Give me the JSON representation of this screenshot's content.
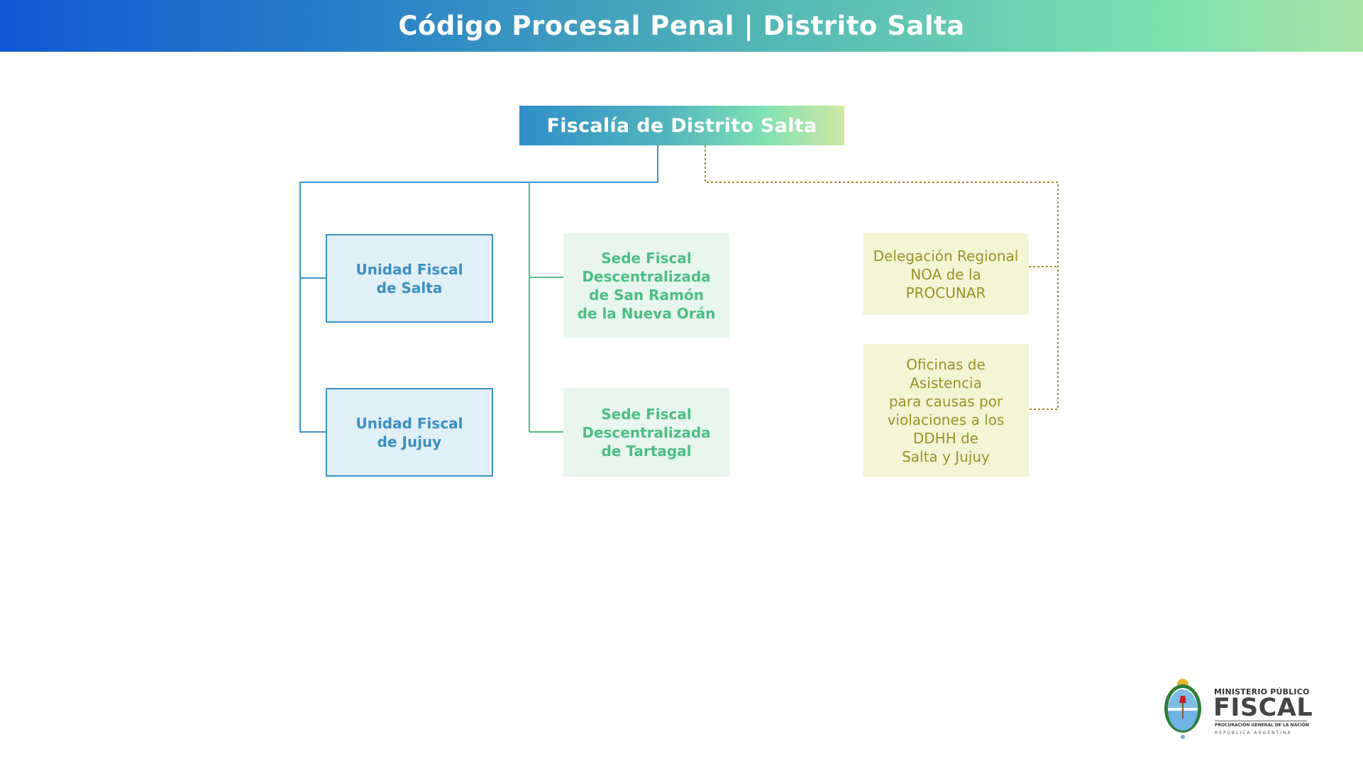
{
  "header": {
    "title": "Código Procesal Penal | Distrito Salta"
  },
  "chart": {
    "root": "Fiscalía de Distrito Salta",
    "unidades": [
      {
        "label": "Unidad Fiscal\nde Salta"
      },
      {
        "label": "Unidad Fiscal\nde Jujuy"
      }
    ],
    "sedes": [
      {
        "label": "Sede Fiscal\nDescentralizada\nde San Ramón\nde la Nueva Orán"
      },
      {
        "label": "Sede Fiscal\nDescentralizada\nde Tartagal"
      }
    ],
    "externos": [
      {
        "label": "Delegación Regional\nNOA de la\nPROCUNAR"
      },
      {
        "label": "Oficinas de\nAsistencia\npara causas por\nviolaciones a los\nDDHH de\nSalta y Jujuy"
      }
    ]
  },
  "logo": {
    "line1": "MINISTERIO PÚBLICO",
    "line2": "FISCAL",
    "line3": "PROCURACIÓN GENERAL DE LA NACIÓN",
    "line4": "REPÚBLICA ARGENTINA"
  },
  "colors": {
    "blue": "#3b93c5",
    "green": "#4cbe84",
    "olive": "#9a9225"
  }
}
